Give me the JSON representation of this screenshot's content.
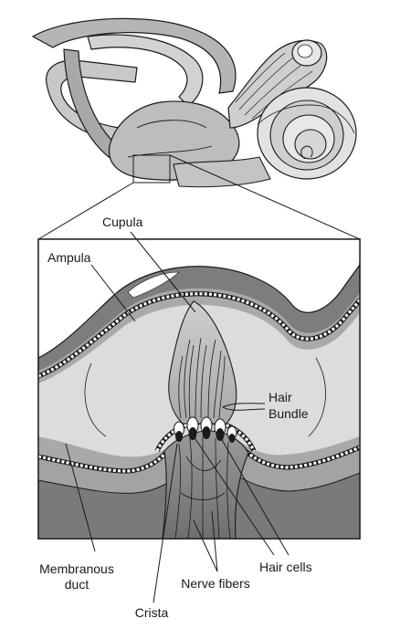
{
  "labels": {
    "cupula": "Cupula",
    "ampula": "Ampula",
    "hair_bundle_line1": "Hair",
    "hair_bundle_line2": "Bundle",
    "membranous_line1": "Membranous",
    "membranous_line2": "duct",
    "hair_cells": "Hair cells",
    "nerve_fibers": "Nerve fibers",
    "crista": "Crista"
  }
}
